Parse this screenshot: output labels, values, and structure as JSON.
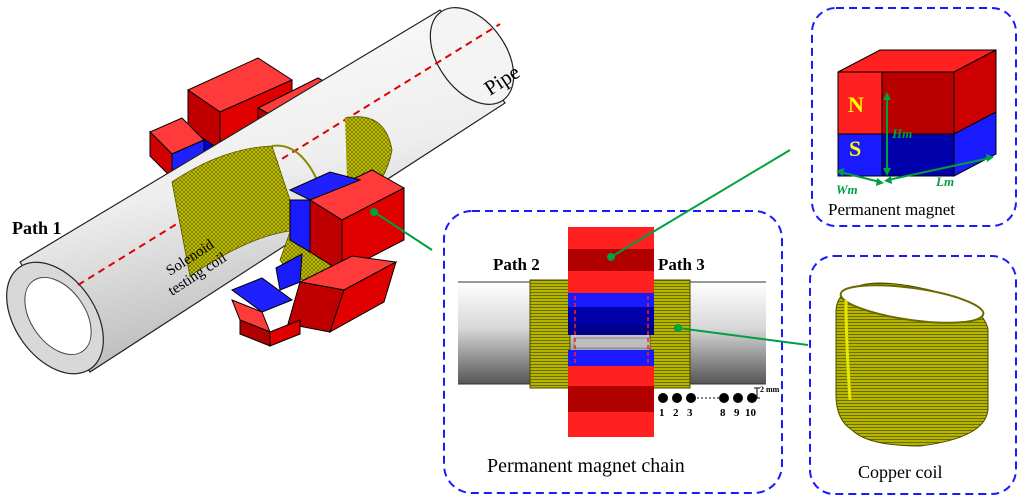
{
  "labels": {
    "pipe": "Pipe",
    "path1": "Path 1",
    "path2": "Path 2",
    "path3": "Path 3",
    "solenoid_line1": "Solenoid",
    "solenoid_line2": "testing coil",
    "permanent_magnet": "Permanent magnet",
    "magnet_chain": "Permanent magnet chain",
    "copper_coil": "Copper coil",
    "north": "N",
    "south": "S",
    "height": "Hm",
    "width": "Wm",
    "length": "Lm",
    "scale": "2 mm"
  },
  "measurement_points": [
    "1",
    "2",
    "3",
    "8",
    "9",
    "10"
  ],
  "colors": {
    "magnet_red": "#ff1a1a",
    "magnet_dark_red": "#b00000",
    "magnet_blue": "#1a1aff",
    "magnet_dark_blue": "#000099",
    "coil": "#c8c800",
    "dash_border": "#1a1aff",
    "path_dash": "#e00000",
    "leader": "#00a040",
    "text": "#000000",
    "pole_label": "#ffff00",
    "dimension": "#00a040"
  }
}
